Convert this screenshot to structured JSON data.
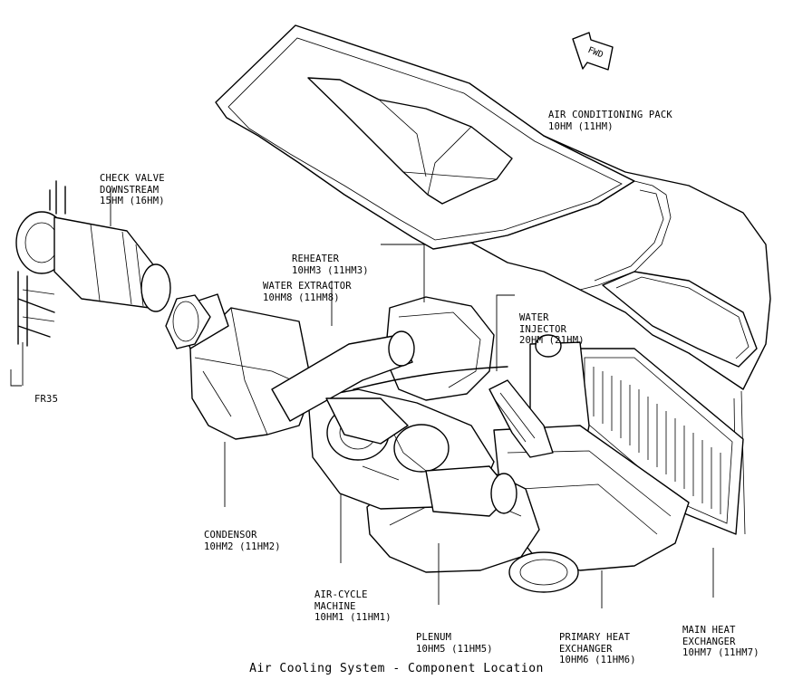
{
  "caption": "Air Cooling System - Component Location",
  "fwd_label": "FWD",
  "labels": {
    "pack": [
      "AIR CONDITIONING PACK",
      "10HM (11HM)"
    ],
    "check_valve": [
      "CHECK VALVE",
      "DOWNSTREAM",
      "15HM (16HM)"
    ],
    "reheater": [
      "REHEATER",
      "10HM3 (11HM3)"
    ],
    "water_extractor": [
      "WATER EXTRACTOR",
      "10HM8 (11HM8)"
    ],
    "water_injector": [
      "WATER",
      "INJECTOR",
      "20HM (21HM)"
    ],
    "fr35": [
      "FR35"
    ],
    "condensor": [
      "CONDENSOR",
      "10HM2 (11HM2)"
    ],
    "acm": [
      "AIR-CYCLE",
      "MACHINE",
      "10HM1 (11HM1)"
    ],
    "plenum": [
      "PLENUM",
      "10HM5 (11HM5)"
    ],
    "primary_hx": [
      "PRIMARY HEAT",
      "EXCHANGER",
      "10HM6 (11HM6)"
    ],
    "main_hx": [
      "MAIN HEAT",
      "EXCHANGER",
      "10HM7 (11HM7)"
    ]
  }
}
